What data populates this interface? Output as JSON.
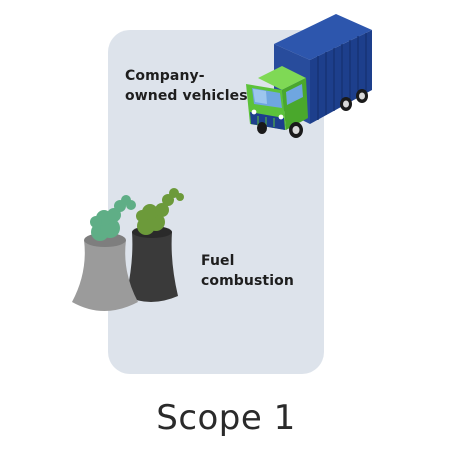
{
  "vehicles_label": [
    "Company-",
    "owned vehicles"
  ],
  "fuel_label": [
    "Fuel",
    "combustion"
  ],
  "title": "Scope 1",
  "icons": {
    "truck": "truck-icon",
    "chimneys": "cooling-tower-icon"
  },
  "colors": {
    "panel": "#dde3eb",
    "truck_container": "#1d3f8c",
    "truck_cab": "#5cc23a",
    "tower_light": "#9b9b9b",
    "tower_dark": "#3a3a3a",
    "smoke_teal": "#5fae86",
    "smoke_green": "#6c9a3a"
  }
}
